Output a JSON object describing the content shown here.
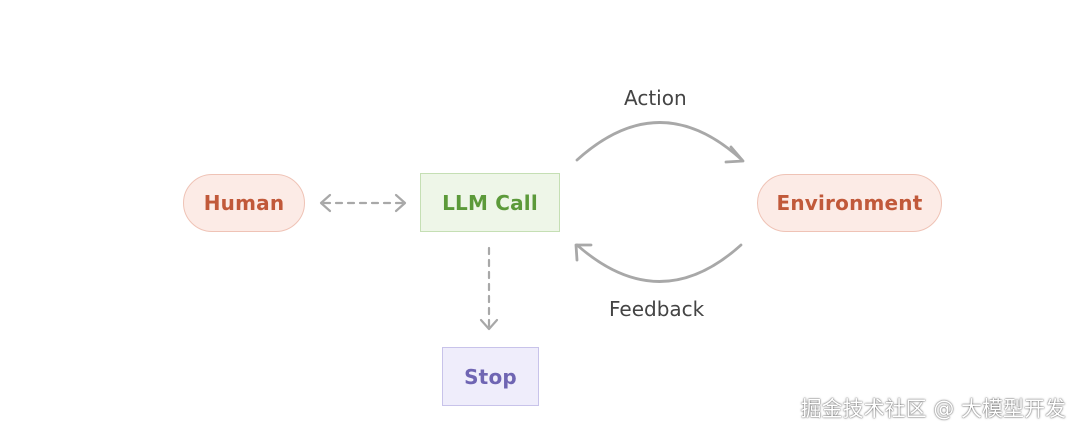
{
  "diagram": {
    "nodes": {
      "human": "Human",
      "llm_call": "LLM Call",
      "environment": "Environment",
      "stop": "Stop"
    },
    "edges": {
      "action": "Action",
      "feedback": "Feedback"
    },
    "colors": {
      "human_text": "#c1593a",
      "human_fill": "#fcebe6",
      "llm_text": "#5c9a3a",
      "llm_fill": "#eef6e8",
      "stop_text": "#6f65b3",
      "stop_fill": "#efedfb",
      "arrow": "#a8a8a8"
    }
  },
  "watermark": "掘金技术社区 @ 大模型开发"
}
